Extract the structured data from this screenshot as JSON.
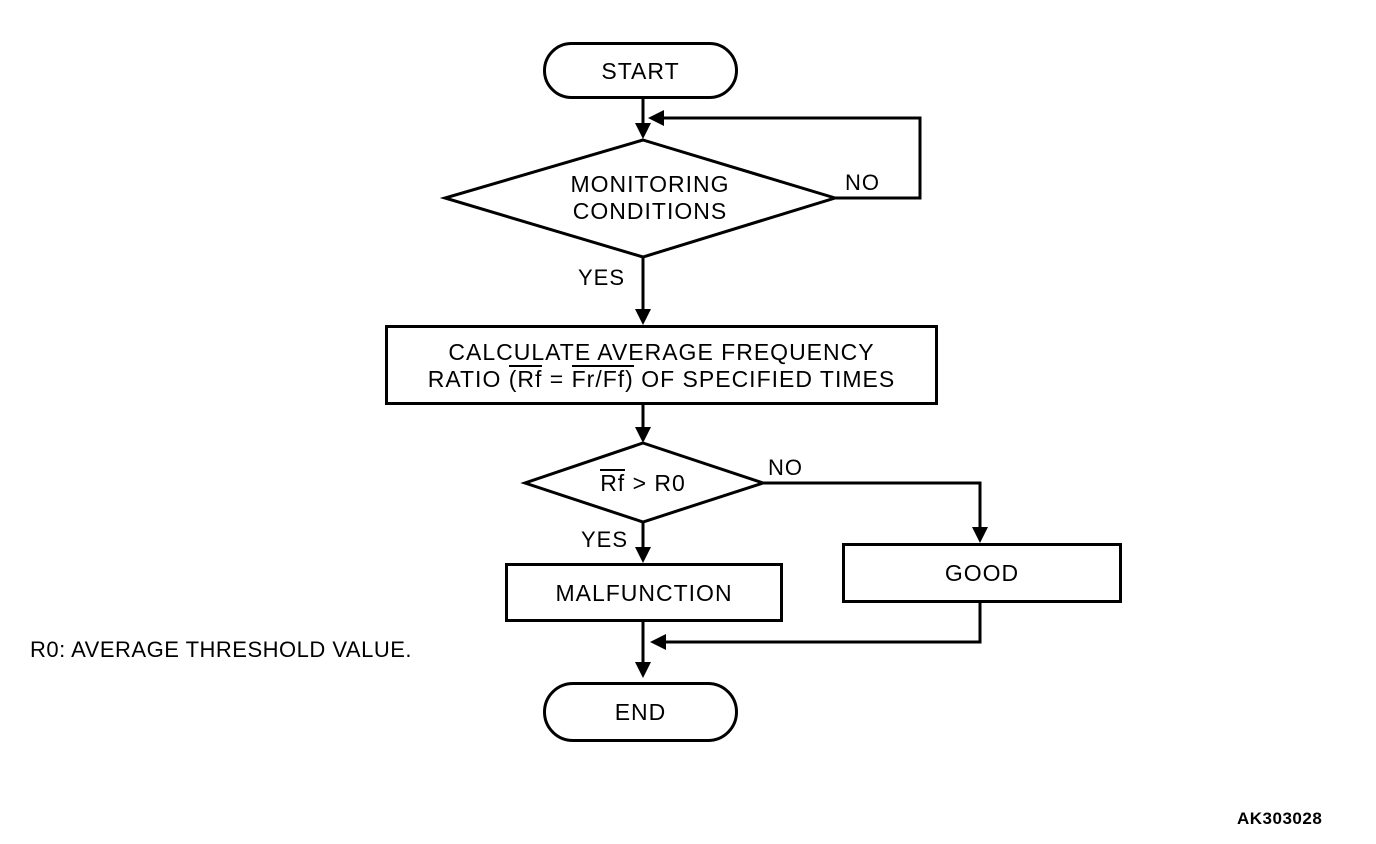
{
  "colors": {
    "ink": "#000000",
    "paper": "#ffffff"
  },
  "flowchart": {
    "title_semantic": "OBD monitoring flowchart (average frequency ratio check)",
    "nodes": {
      "start": {
        "type": "terminal",
        "label": "START"
      },
      "monitoring": {
        "type": "decision",
        "label": "MONITORING\nCONDITIONS"
      },
      "calculate": {
        "type": "process",
        "line1": "CALCULATE AVERAGE FREQUENCY",
        "line2_segments": [
          {
            "text": "RATIO ",
            "overline": false
          },
          {
            "text": "(Rf",
            "overline": true
          },
          {
            "text": " = ",
            "overline": false
          },
          {
            "text": "Fr/Ff)",
            "overline": true
          },
          {
            "text": " OF SPECIFIED TIMES",
            "overline": false
          }
        ]
      },
      "rf_check": {
        "type": "decision",
        "segments": [
          {
            "text": "Rf",
            "overline": true
          },
          {
            "text": " > R0",
            "overline": false
          }
        ]
      },
      "malfunction": {
        "type": "process",
        "label": "MALFUNCTION"
      },
      "good": {
        "type": "process",
        "label": "GOOD"
      },
      "end": {
        "type": "terminal",
        "label": "END"
      }
    },
    "edge_labels": {
      "monitoring_no": "NO",
      "monitoring_yes": "YES",
      "rf_no": "NO",
      "rf_yes": "YES"
    },
    "note": "R0: AVERAGE THRESHOLD VALUE.",
    "figure_code": "AK303028"
  }
}
